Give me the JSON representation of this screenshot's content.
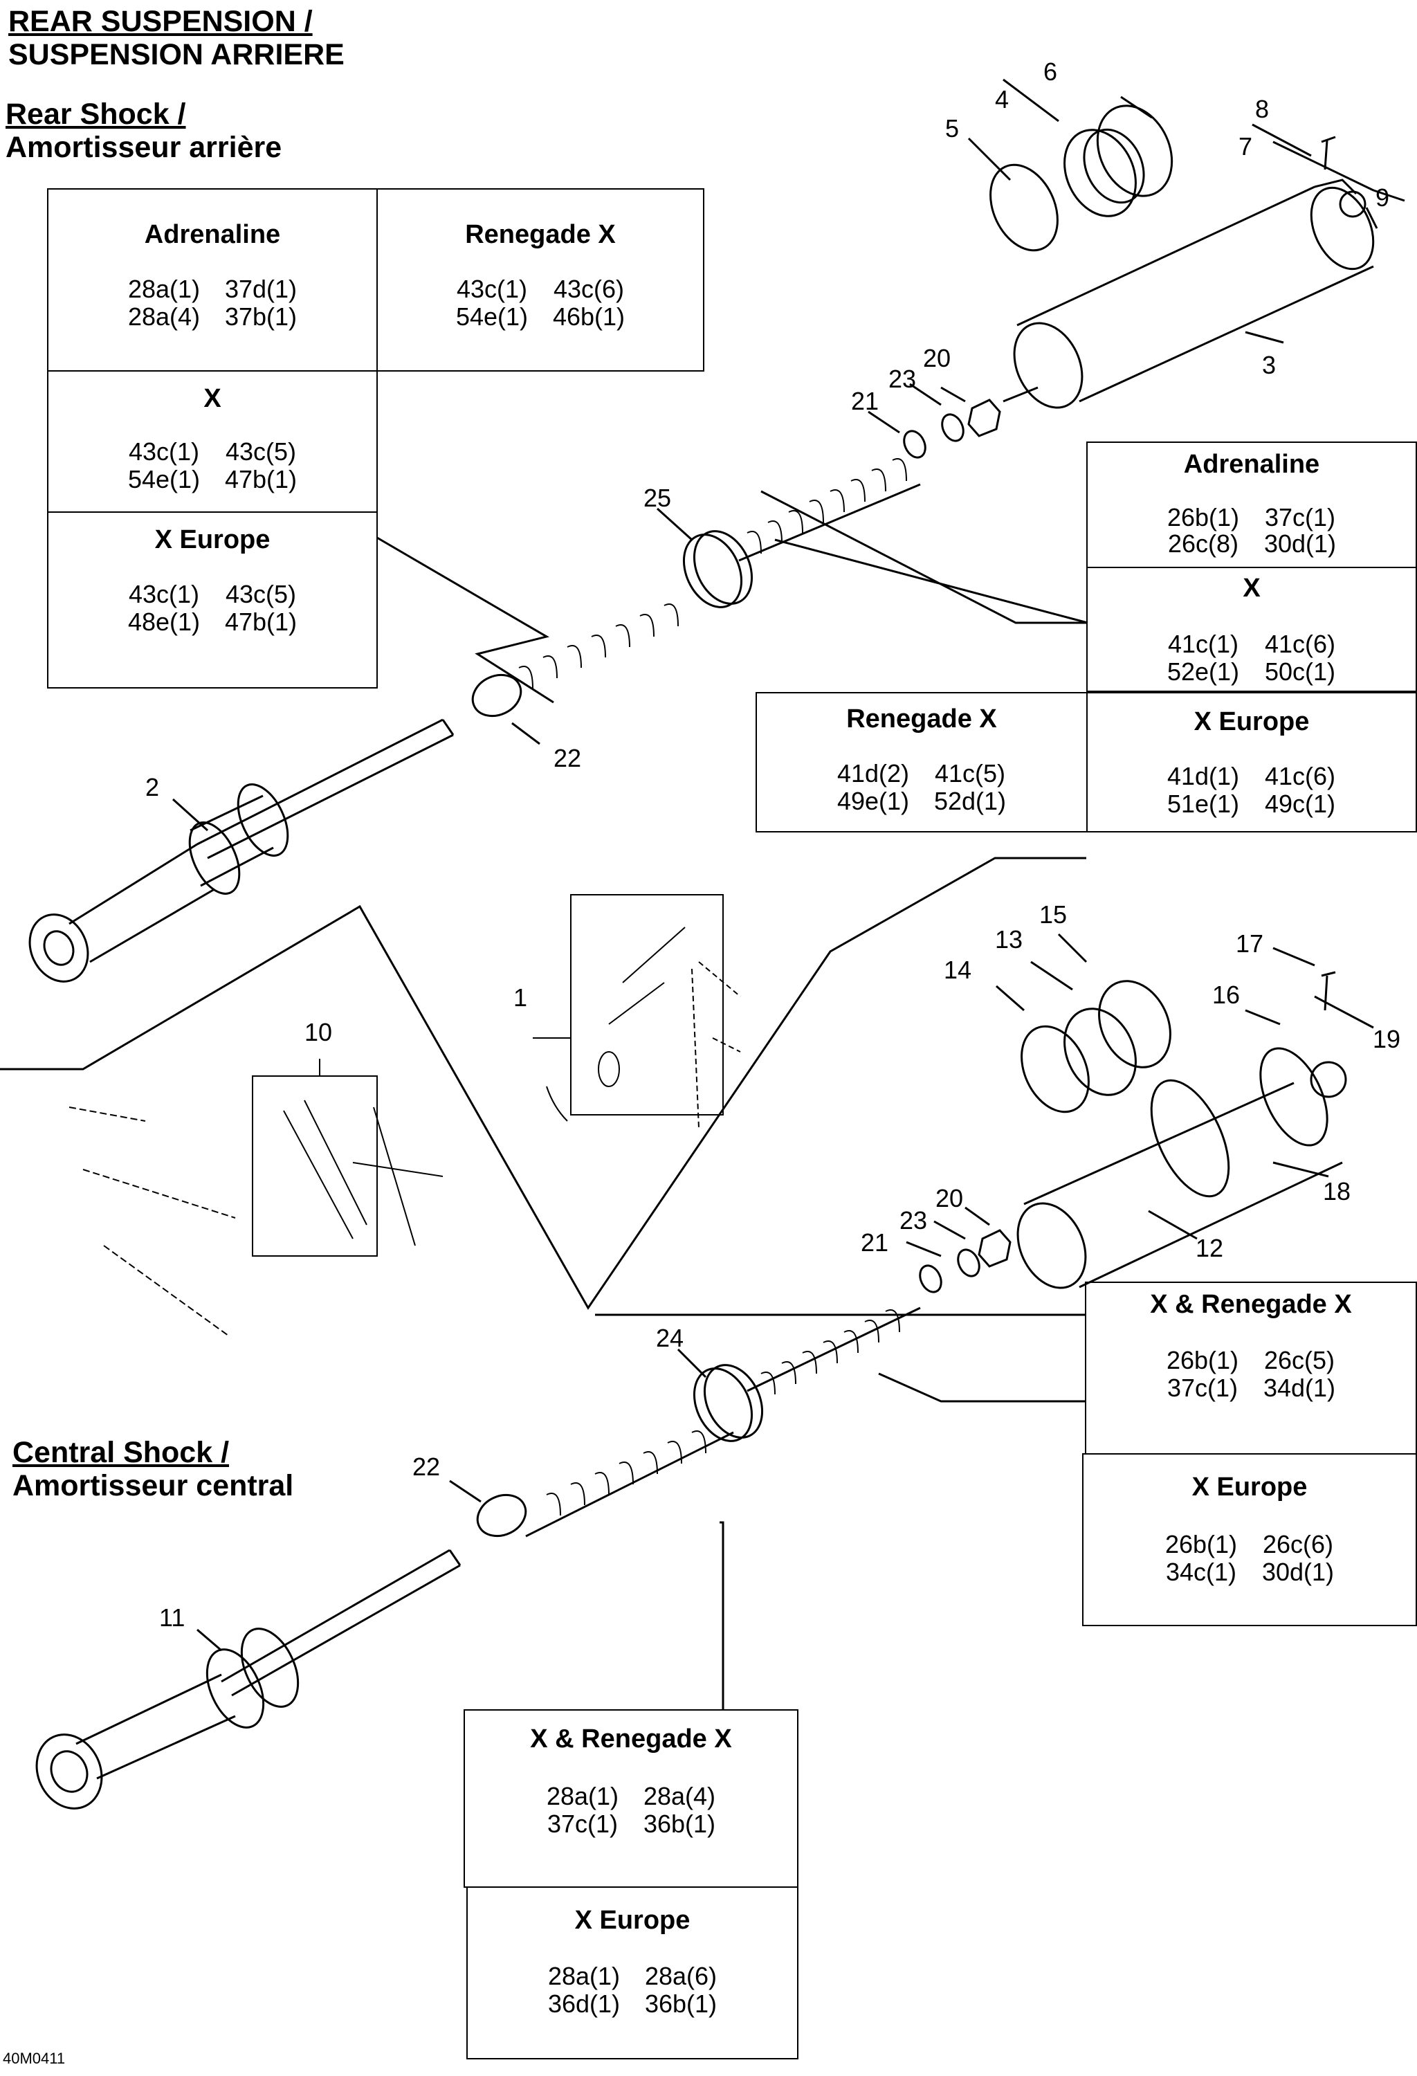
{
  "page": {
    "title_line1": "REAR SUSPENSION /",
    "title_line2": "SUSPENSION ARRIERE",
    "code": "40M0411"
  },
  "rear_shock": {
    "heading_line1": "Rear Shock /",
    "heading_line2": "Amortisseur arrière",
    "tables": {
      "adrenaline": {
        "title": "Adrenaline",
        "rows": [
          [
            "28a(1)",
            "37d(1)"
          ],
          [
            "28a(4)",
            "37b(1)"
          ]
        ]
      },
      "renegade_x": {
        "title": "Renegade X",
        "rows": [
          [
            "43c(1)",
            "43c(6)"
          ],
          [
            "54e(1)",
            "46b(1)"
          ]
        ]
      },
      "x": {
        "title": "X",
        "rows": [
          [
            "43c(1)",
            "43c(5)"
          ],
          [
            "54e(1)",
            "47b(1)"
          ]
        ]
      },
      "x_europe": {
        "title": "X Europe",
        "rows": [
          [
            "43c(1)",
            "43c(5)"
          ],
          [
            "48e(1)",
            "47b(1)"
          ]
        ]
      },
      "adrenaline_2": {
        "title": "Adrenaline",
        "rows": [
          [
            "26b(1)",
            "37c(1)"
          ],
          [
            "26c(8)",
            "30d(1)"
          ]
        ]
      },
      "x_2": {
        "title": "X",
        "rows": [
          [
            "41c(1)",
            "41c(6)"
          ],
          [
            "52e(1)",
            "50c(1)"
          ]
        ]
      },
      "renegade_x_2": {
        "title": "Renegade X",
        "rows": [
          [
            "41d(2)",
            "41c(5)"
          ],
          [
            "49e(1)",
            "52d(1)"
          ]
        ]
      },
      "x_europe_2": {
        "title": "X Europe",
        "rows": [
          [
            "41d(1)",
            "41c(6)"
          ],
          [
            "51e(1)",
            "49c(1)"
          ]
        ]
      }
    }
  },
  "central_shock": {
    "heading_line1": "Central Shock /",
    "heading_line2": "Amortisseur central",
    "tables": {
      "x_renegade_x": {
        "title": "X & Renegade X",
        "rows": [
          [
            "26b(1)",
            "26c(5)"
          ],
          [
            "37c(1)",
            "34d(1)"
          ]
        ]
      },
      "x_europe": {
        "title": "X Europe",
        "rows": [
          [
            "26b(1)",
            "26c(6)"
          ],
          [
            "34c(1)",
            "30d(1)"
          ]
        ]
      },
      "x_renegade_x_2": {
        "title": "X & Renegade X",
        "rows": [
          [
            "28a(1)",
            "28a(4)"
          ],
          [
            "37c(1)",
            "36b(1)"
          ]
        ]
      },
      "x_europe_2": {
        "title": "X Europe",
        "rows": [
          [
            "28a(1)",
            "28a(6)"
          ],
          [
            "36d(1)",
            "36b(1)"
          ]
        ]
      }
    }
  },
  "callouts": [
    "1",
    "2",
    "3",
    "4",
    "5",
    "6",
    "7",
    "8",
    "9",
    "10",
    "11",
    "12",
    "13",
    "14",
    "15",
    "16",
    "17",
    "18",
    "19",
    "20",
    "20",
    "21",
    "21",
    "22",
    "22",
    "23",
    "23",
    "24",
    "25"
  ]
}
